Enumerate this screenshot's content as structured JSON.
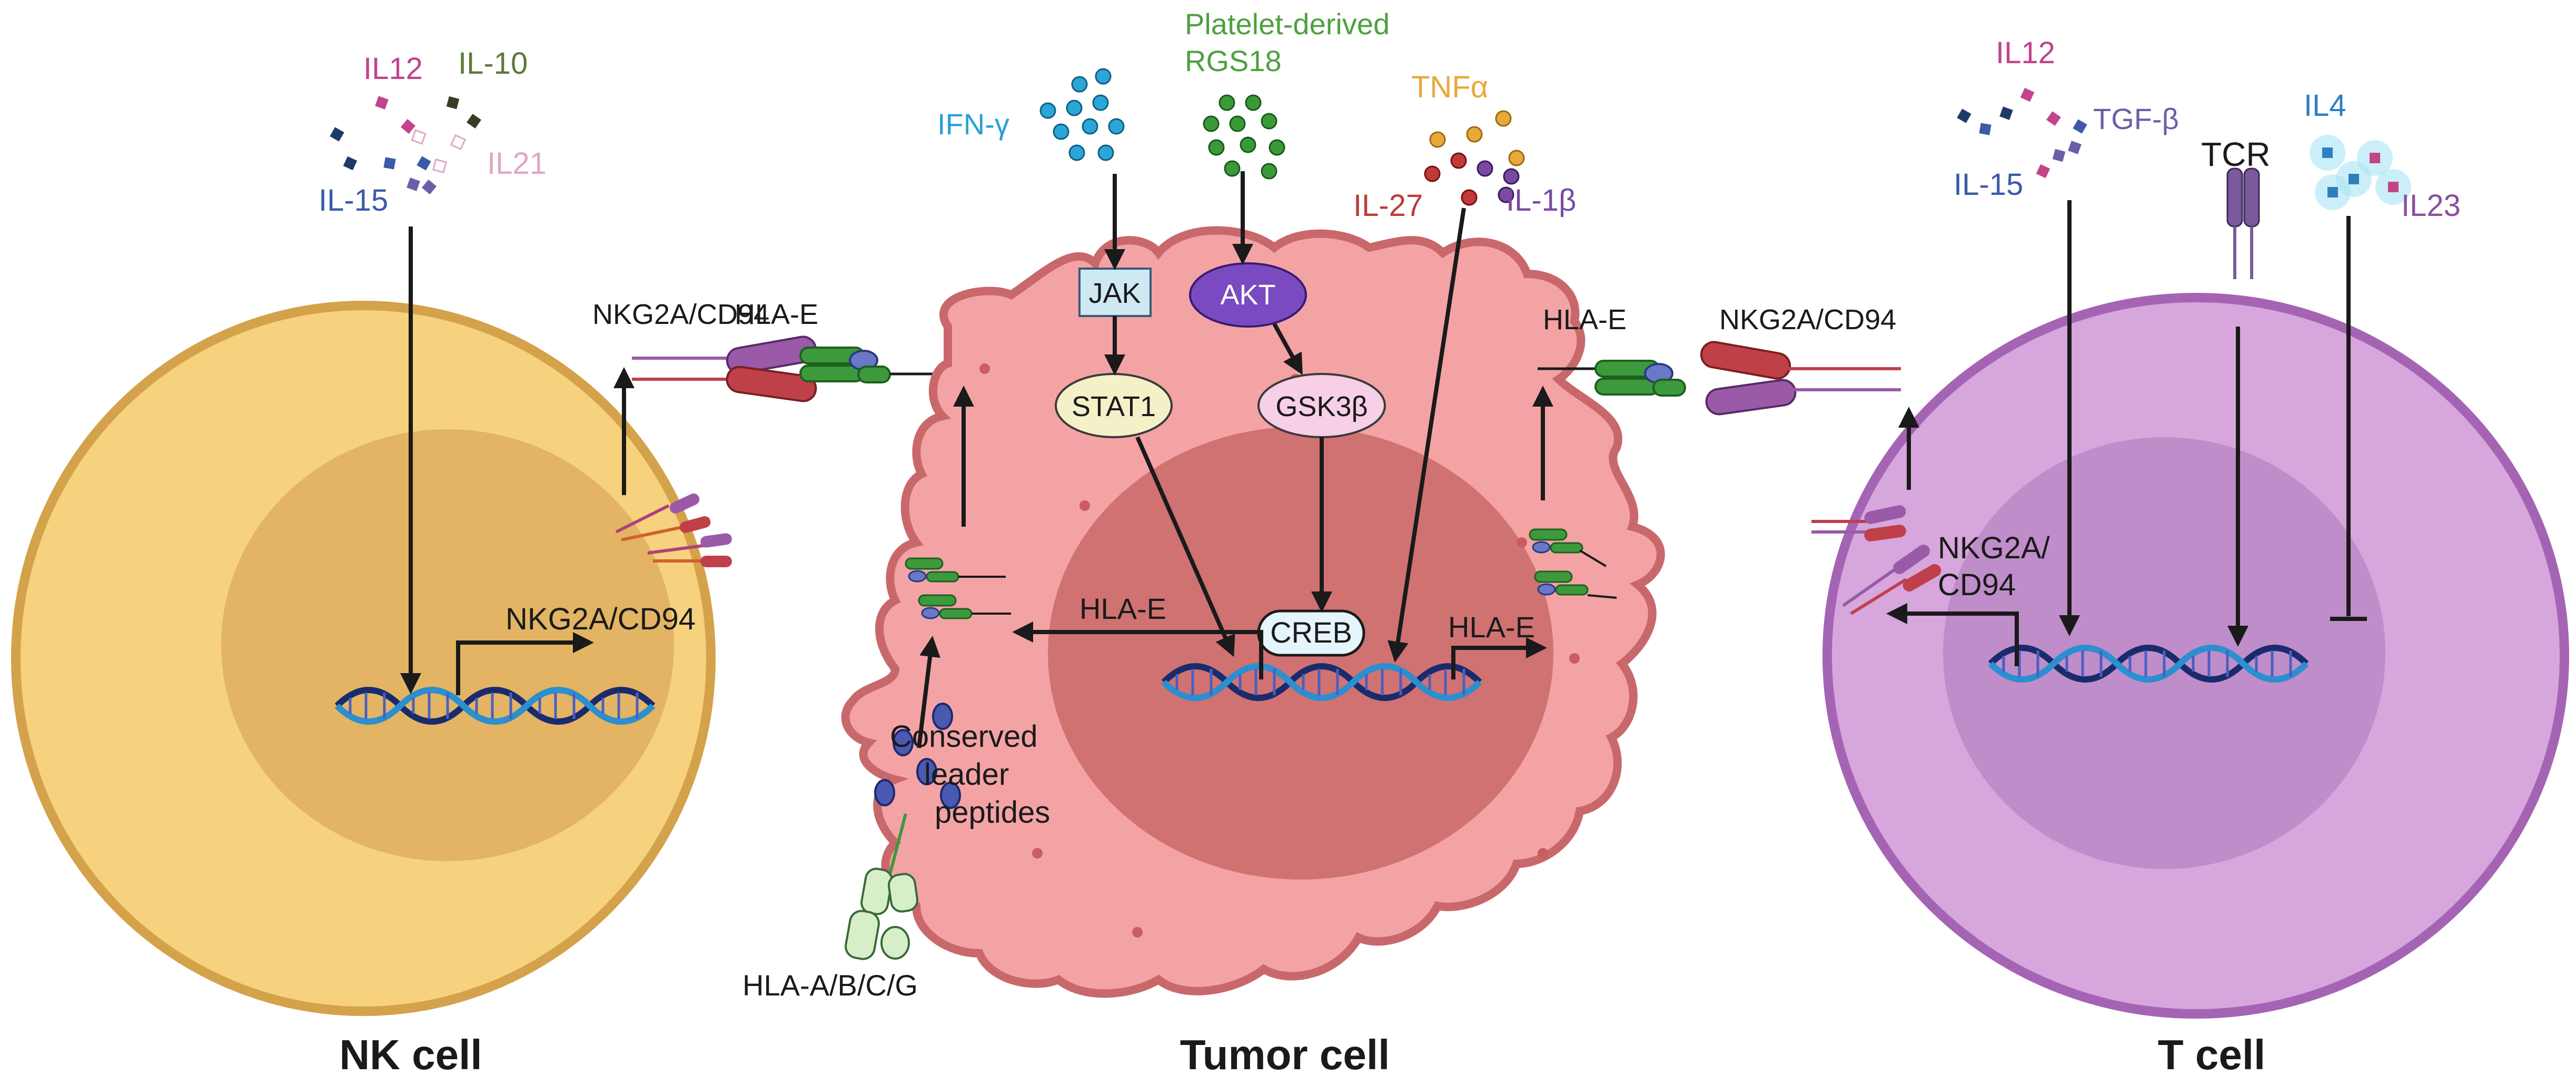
{
  "cells": {
    "nk": {
      "label": "NK cell"
    },
    "tumor": {
      "label": "Tumor cell"
    },
    "t": {
      "label": "T cell"
    }
  },
  "nk_panel": {
    "il12": "IL12",
    "il10": "IL-10",
    "il21": "IL21",
    "il15": "IL-15",
    "receptor_label": "NKG2A/CD94",
    "gene_label": "NKG2A/CD94"
  },
  "tumor_panel": {
    "ifn": "IFN-γ",
    "platelet": "Platelet-derived",
    "rgs18": "RGS18",
    "tnfa": "TNFα",
    "il27": "IL-27",
    "il1b": "IL-1β",
    "jak": "JAK",
    "akt": "AKT",
    "stat1": "STAT1",
    "gsk3b": "GSK3β",
    "creb": "CREB",
    "hlae_left": "HLA-E",
    "hlae_right": "HLA-E",
    "hlae_surface_left": "HLA-E",
    "hlae_surface_right": "HLA-E",
    "conserved": "Conserved",
    "leader": "leader",
    "peptides": "peptides",
    "hla_abcg": "HLA-A/B/C/G"
  },
  "t_panel": {
    "il12": "IL12",
    "tgfb": "TGF-β",
    "il15": "IL-15",
    "tcr": "TCR",
    "il4": "IL4",
    "il23": "IL23",
    "receptor_label": "NKG2A/CD94",
    "gene_label_1": "NKG2A/",
    "gene_label_2": "CD94"
  },
  "colors": {
    "nk_outer": "#f6d17e",
    "nk_border": "#d4a24a",
    "nk_nucleus": "#e3b463",
    "tumor_outer": "#f4a3a5",
    "tumor_border": "#c9686b",
    "tumor_nucleus": "#d07272",
    "t_outer": "#d6a6dd",
    "t_border": "#a564b3",
    "t_nucleus": "#bf8dca",
    "ifn_text": "#2a9fd6",
    "platelet_text": "#4fa03f",
    "tnf_text": "#e8a93a",
    "il27_text": "#c03a3a",
    "il1b_text": "#7a4aa0",
    "il12_text": "#c2448a",
    "il10_text": "#5d7a3a",
    "il21_text": "#e0a6c6",
    "il15_text": "#3b5aa8",
    "tgfb_text": "#6a5fa8",
    "il4_text": "#2e7fc0",
    "il23_text": "#8a4fa0"
  }
}
